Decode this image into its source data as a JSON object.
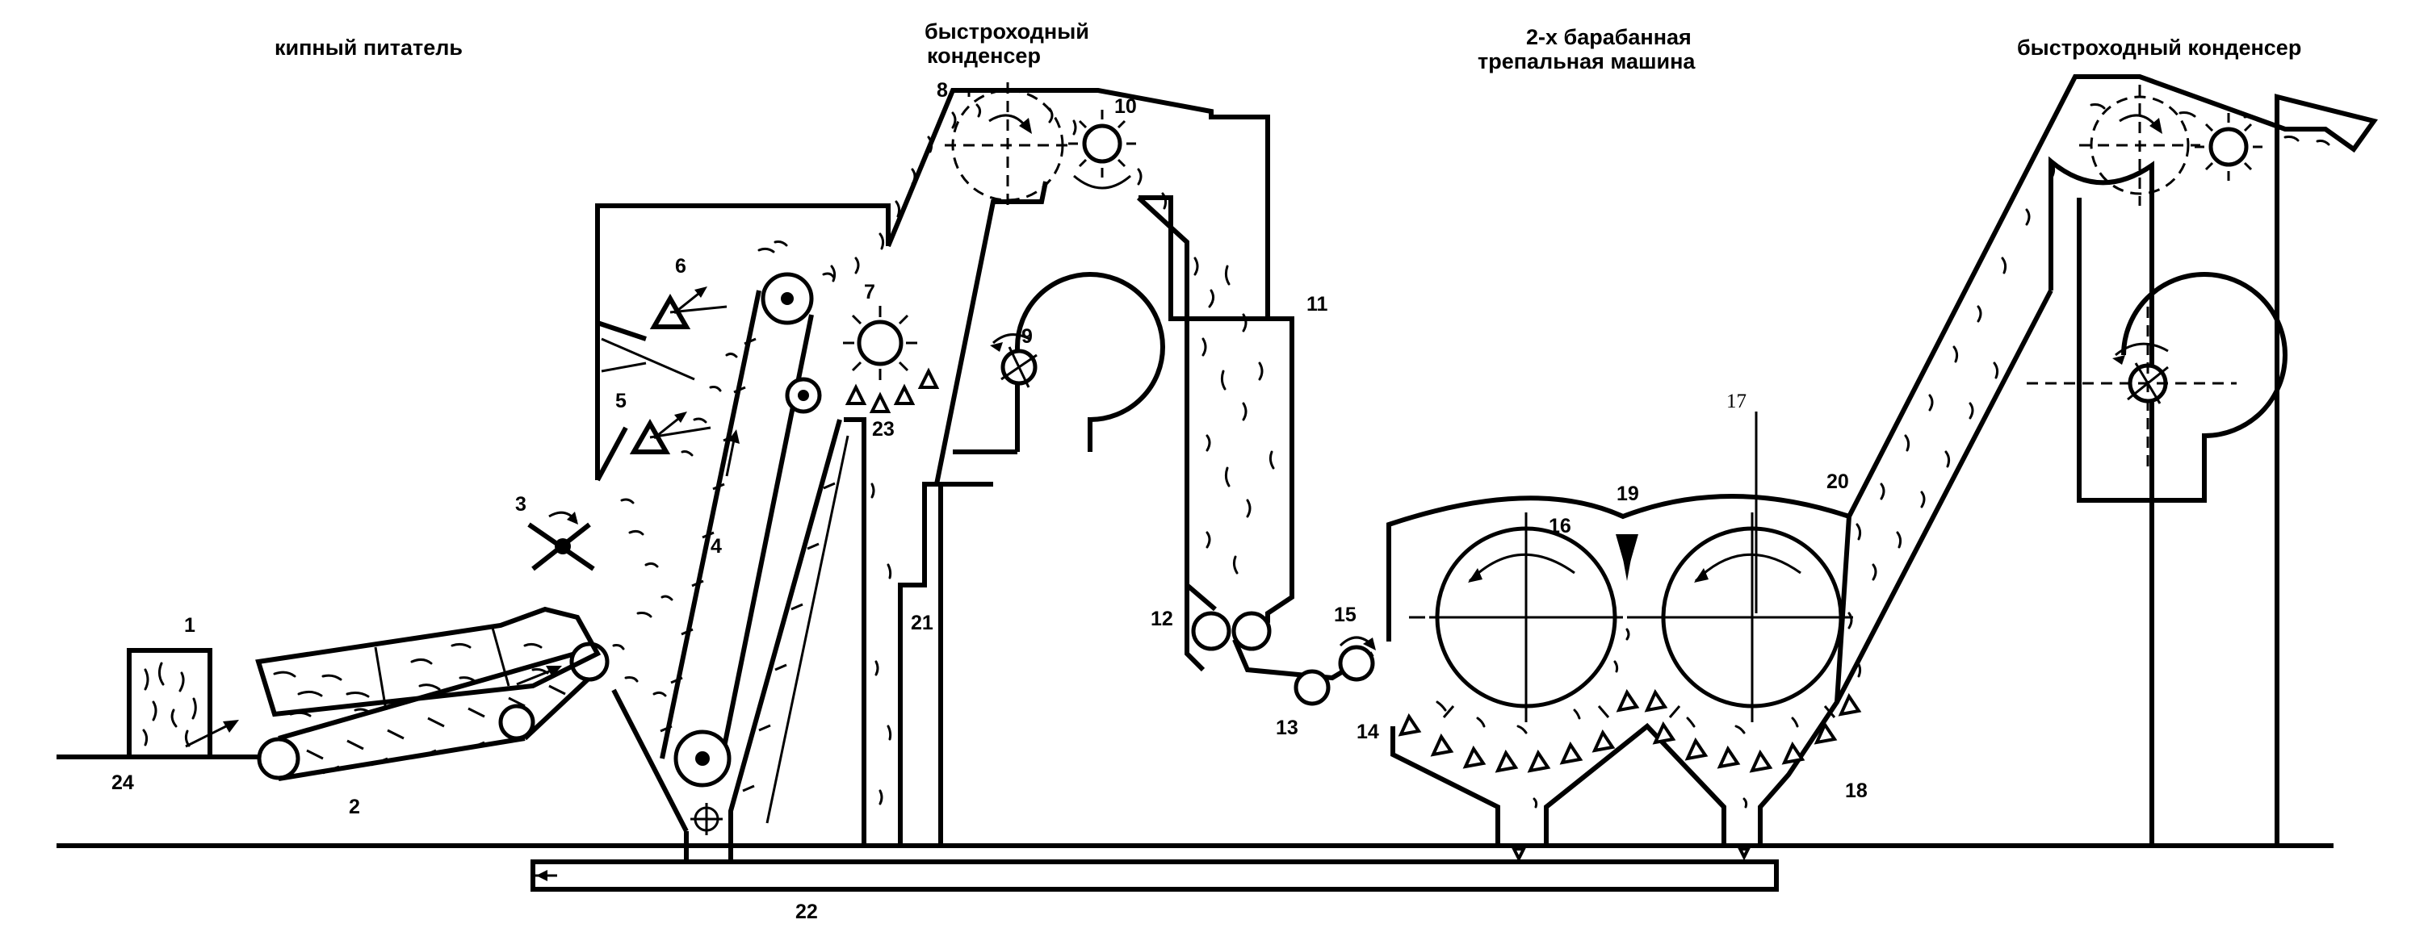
{
  "titles": {
    "bale_feeder": "кипный питатель",
    "condenser_left_line1": "быстроходный",
    "condenser_left_line2": "конденсер",
    "scutcher_line1": "2-х барабанная",
    "scutcher_line2": "трепальная машина",
    "condenser_right": "быстроходный конденсер"
  },
  "callouts": {
    "n1": "1",
    "n2": "2",
    "n3": "3",
    "n4": "4",
    "n5": "5",
    "n6": "6",
    "n7": "7",
    "n8": "8",
    "n9": "9",
    "n10": "10",
    "n11": "11",
    "n12": "12",
    "n13": "13",
    "n14": "14",
    "n15": "15",
    "n16": "16",
    "n17": "17",
    "n18": "18",
    "n19": "19",
    "n20": "20",
    "n21": "21",
    "n22": "22",
    "n23": "23",
    "n24": "24"
  }
}
